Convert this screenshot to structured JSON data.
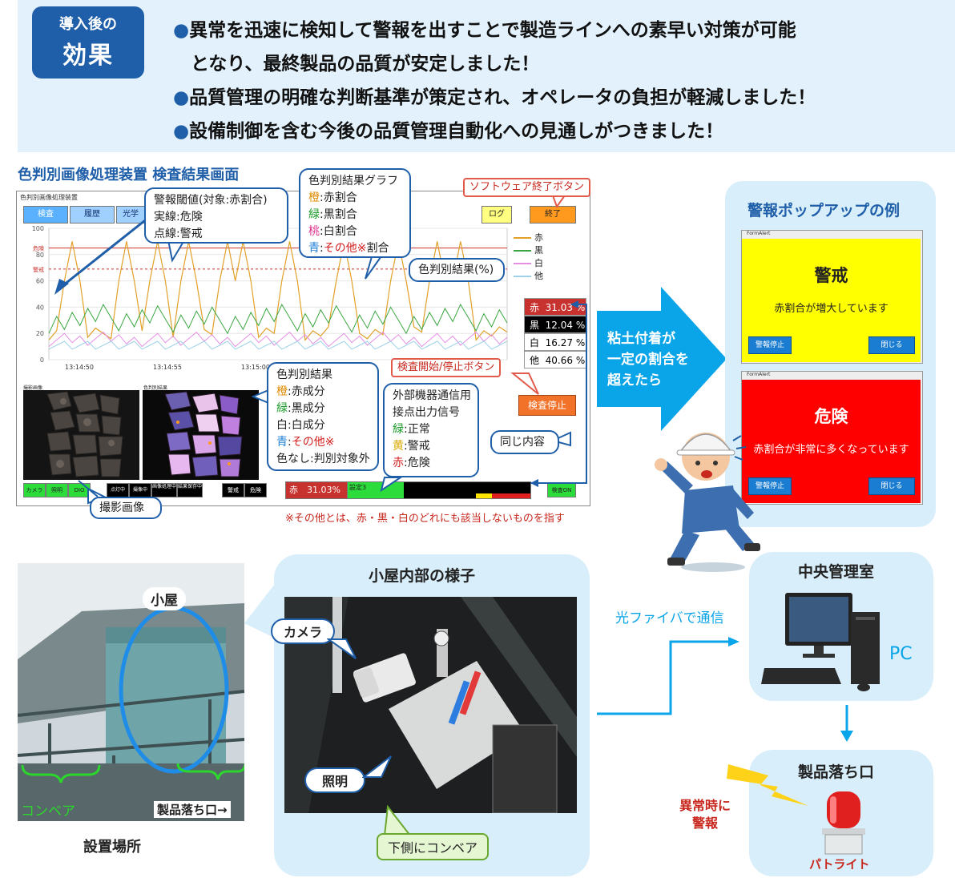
{
  "effect": {
    "badge_line1": "導入後の",
    "badge_line2": "効果",
    "bullet": "●",
    "items": [
      "異常を迅速に検知して警報を出すことで製造ラインへの素早い対策が可能",
      "となり、最終製品の品質が安定しました！",
      "品質管理の明確な判断基準が策定され、オペレータの負担が軽減しました！",
      "設備制御を含む今後の品質管理自動化への見通しがつきました！"
    ]
  },
  "screen_section": {
    "title": "色判別画像処理装置 検査結果画面",
    "window_title": "色判別画像処理装置",
    "tabs": [
      "検査",
      "履歴",
      "光学"
    ],
    "log_button": "ログ",
    "end_button": "終了",
    "y_ticks": [
      "100",
      "80",
      "60",
      "40",
      "20",
      "0"
    ],
    "y_marks": [
      "危険",
      "警戒"
    ],
    "x_ticks": [
      "13:14:50",
      "13:14:55",
      "13:15:00"
    ],
    "legend": [
      "赤",
      "黒",
      "白",
      "他"
    ],
    "results": [
      {
        "label": "赤",
        "value": "31.03 %"
      },
      {
        "label": "黒",
        "value": "12.04 %"
      },
      {
        "label": "白",
        "value": "16.27 %"
      },
      {
        "label": "他",
        "value": "40.66 %"
      }
    ],
    "stop_button": "検査停止",
    "image_label_left": "撮影画像",
    "image_label_right": "色判別結果",
    "status_left": [
      "カメラ",
      "照明",
      "DIO"
    ],
    "status_mid": [
      "点灯中",
      "撮像中",
      "画像処理中",
      "結果保存中"
    ],
    "status_alarm": [
      "警戒",
      "危険"
    ],
    "status_red": "赤　31.03%",
    "status_set": "設定3",
    "status_right": "検査ON",
    "footnote": "※その他とは、赤・黒・白のどれにも該当しないものを指す"
  },
  "callouts": {
    "threshold": {
      "l1": "警報閾値(対象:赤割合)",
      "l2": "実線:危険",
      "l3": "点線:警戒"
    },
    "graph": {
      "title": "色判別結果グラフ",
      "items": [
        {
          "k": "橙",
          "v": ":赤割合"
        },
        {
          "k": "緑",
          "v": ":黒割合"
        },
        {
          "k": "桃",
          "v": ":白割合"
        },
        {
          "k": "青",
          "v": ":",
          "red": "その他※",
          "tail": "割合"
        }
      ]
    },
    "software_end": "ソフトウェア終了ボタン",
    "result_pct": "色判別結果(%)",
    "start_stop": "検査開始/停止ボタン",
    "color_result": {
      "title": "色判別結果",
      "items": [
        {
          "k": "橙",
          "v": ":赤成分"
        },
        {
          "k": "緑",
          "v": ":黒成分"
        },
        {
          "k": "白",
          "v": ":白成分"
        },
        {
          "k": "青",
          "v": ":",
          "red": "その他※"
        },
        {
          "k": "色なし",
          "v": ":判別対象外"
        }
      ]
    },
    "external": {
      "l1": "外部機器通信用",
      "l2": "接点出力信号",
      "items": [
        {
          "k": "緑",
          "v": ":正常"
        },
        {
          "k": "黄",
          "v": ":警戒"
        },
        {
          "k": "赤",
          "v": ":危険"
        }
      ]
    },
    "same": "同じ内容",
    "captured": "撮影画像"
  },
  "arrow_text": [
    "粘土付着が",
    "一定の割合を",
    "超えたら"
  ],
  "popups": {
    "title": "警報ポップアップの例",
    "form_title": "FormAlert",
    "warn": {
      "title": "警戒",
      "msg": "赤割合が増大しています",
      "stop": "警報停止",
      "close": "閉じる"
    },
    "danger": {
      "title": "危険",
      "msg": "赤割合が非常に多くなっています",
      "stop": "警報停止",
      "close": "閉じる"
    }
  },
  "site": {
    "hut": "小屋",
    "conveyor": "コンベア",
    "outlet": "製品落ち口→",
    "caption": "設置場所"
  },
  "inside": {
    "title": "小屋内部の様子",
    "camera": "カメラ",
    "light": "照明",
    "below": "下側にコンベア"
  },
  "central": {
    "title": "中央管理室",
    "fiber": "光ファイバで通信",
    "pc": "PC"
  },
  "outlet_box": {
    "title": "製品落ち口",
    "alarm": [
      "異常時に",
      "警報"
    ],
    "lamp": "パトライト"
  },
  "colors": {
    "blue": "#1f5ea8",
    "light_blue": "#d8eefa",
    "arrow": "#0aa5e8",
    "warn_bg": "#ffff00",
    "danger_bg": "#ff0000"
  }
}
